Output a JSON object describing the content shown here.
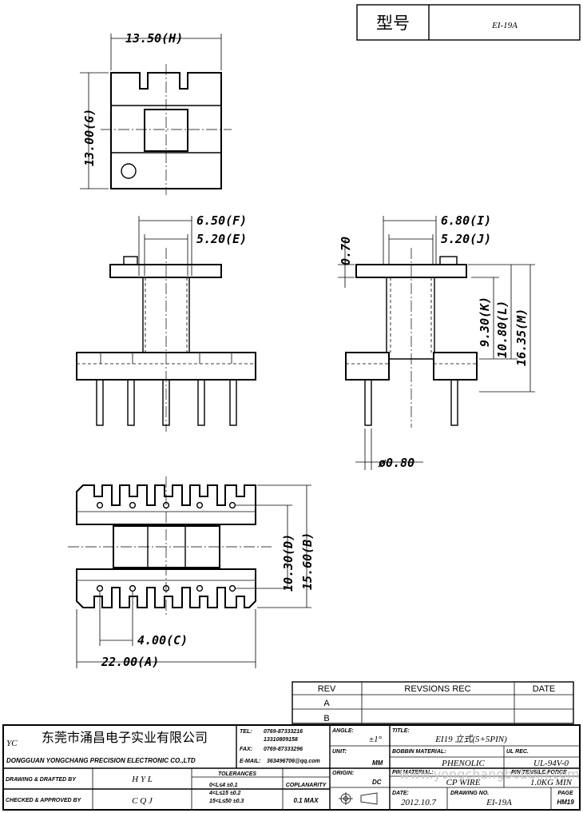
{
  "header": {
    "label": "型号",
    "model": "EI-19A"
  },
  "dimensions": {
    "top_width": "13.50(H)",
    "top_height": "13.00(G)",
    "front_f": "6.50(F)",
    "front_e": "5.20(E)",
    "side_i": "6.80(I)",
    "side_j": "5.20(J)",
    "side_flange": "0.70",
    "side_k": "9.30(K)",
    "side_l": "10.80(L)",
    "side_m": "16.35(M)",
    "pin_dia": "ø0.80",
    "bottom_d": "10.30(D)",
    "bottom_b": "15.60(B)",
    "pitch_c": "4.00(C)",
    "width_a": "22.00(A)"
  },
  "revision": {
    "col_rev": "REV",
    "col_rec": "REVSIONS  REC",
    "col_date": "DATE",
    "rows": [
      "A",
      "B"
    ]
  },
  "title_block": {
    "logo": "YC",
    "company_cn": "东莞市涌昌电子实业有限公司",
    "company_en": "DONGGUAN YONGCHANG PRECISION ELECTRONIC CO.,LTD",
    "tel_label": "TEL:",
    "tel_value": "0769-87333216",
    "tel_value2": "13310809158",
    "fax_label": "FAX:",
    "fax_value": "0769-87333296",
    "email_label": "E-MAIL:",
    "email_value": "363496706@qq.com",
    "angle_label": "ANGLE:",
    "angle_value": "±1°",
    "title_label": "TITLE:",
    "title_value": "EI19 立式(5+5PIN)",
    "unit_label": "UNIT:",
    "unit_value": "MM",
    "bobbin_label": "BOBBIN MATERIAL:",
    "bobbin_value": "PHENOLIC",
    "ul_label": "UL REC.",
    "ul_value": "UL-94V-0",
    "origin_label": "ORIGIN:",
    "origin_value": "DC",
    "pin_label": "PIN MATERIAL:",
    "pin_value": "CP WIRE",
    "tensile_label": "PIN TENSILE FORCE",
    "tensile_value": "1.0KG MIN",
    "drawn_label": "DRAWING & DRAFTED BY",
    "drawn_value": "H Y L",
    "checked_label": "CHECKED & APPROVED BY",
    "checked_value": "C Q J",
    "tol_label": "TOLERANCES",
    "tol_1": "0<L≤4    ±0.1",
    "tol_2": "4<L≤15  ±0.2",
    "tol_3": "15<L≤50  ±0.3",
    "coplan_label": "COPLANARITY",
    "coplan_value": "0.1 MAX",
    "date_label": "DATE:",
    "date_value": "2012.10.7",
    "drawing_no_label": "DRAWING NO.",
    "drawing_no_value": "EI-19A",
    "page_label": "PAGE",
    "page_value": "HM19",
    "watermark": "www.yongchangbobbin.com"
  }
}
